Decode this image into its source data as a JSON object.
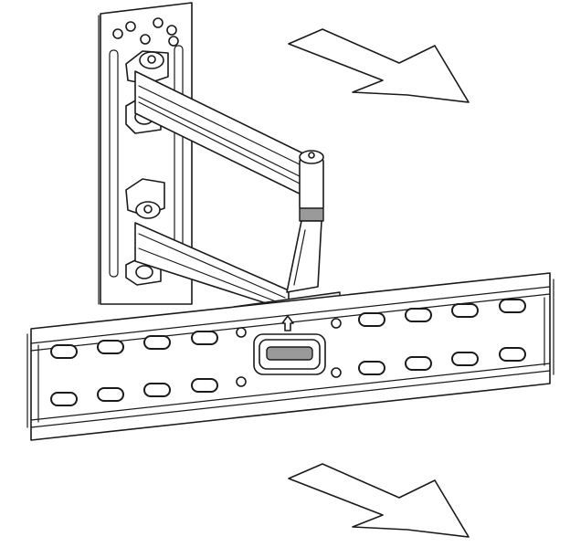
{
  "diagram": {
    "type": "assembly-illustration",
    "colors": {
      "line": "#1a1a1a",
      "fill": "#ffffff",
      "shade": "#e6e6e6",
      "dark": "#9a9a9a"
    },
    "icons": {
      "arrow_top": "pull-direction-arrow-icon",
      "arrow_bottom": "pull-direction-arrow-icon",
      "up_marker": "up-arrow-icon"
    },
    "slot_rows": [
      {
        "row": "upper",
        "count": 8
      },
      {
        "row": "lower",
        "count": 8
      }
    ]
  }
}
